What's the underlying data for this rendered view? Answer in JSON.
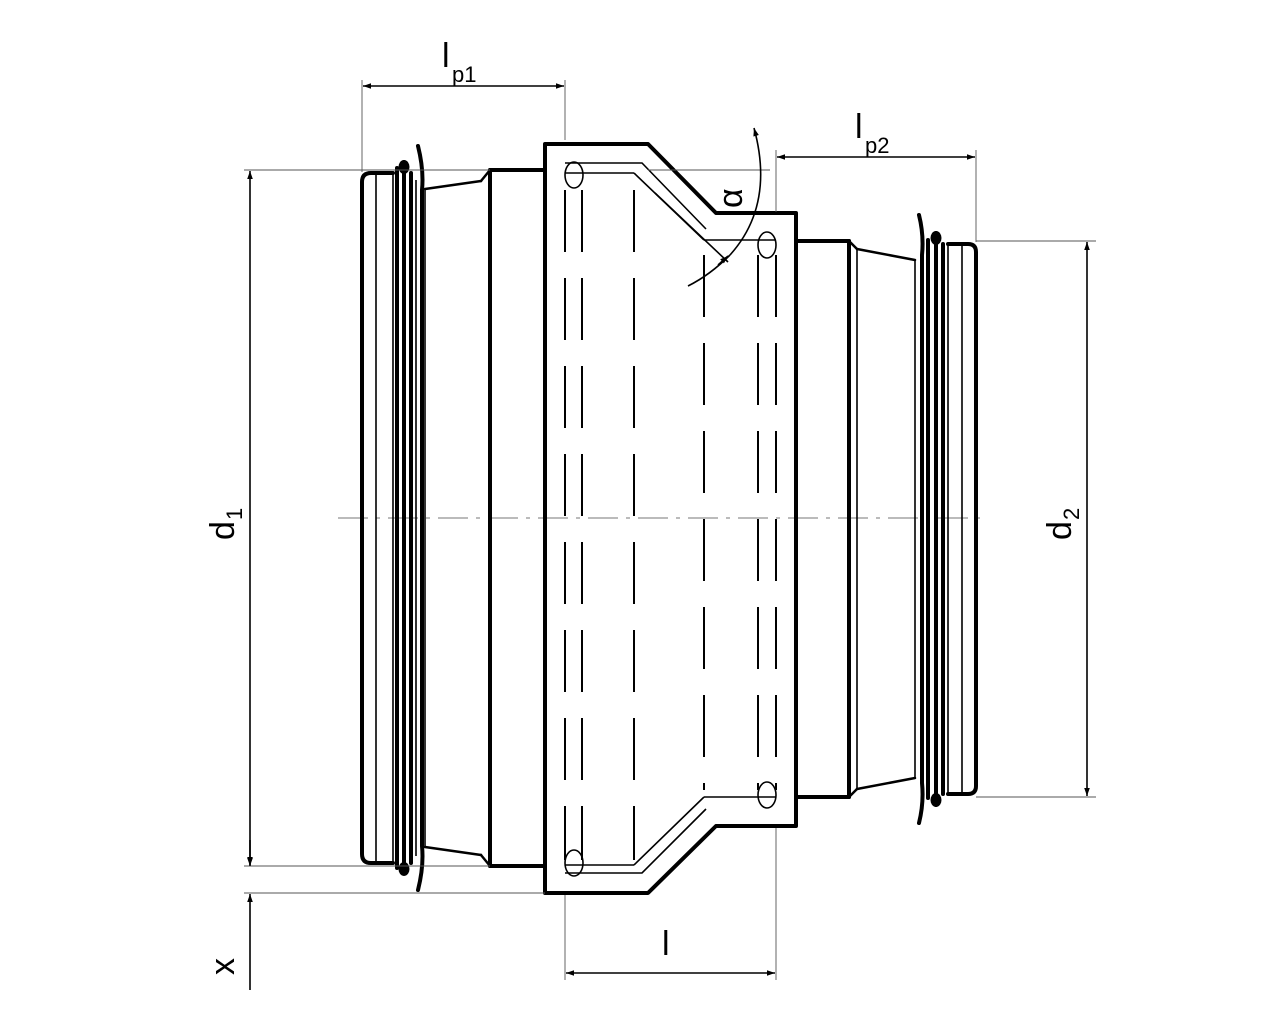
{
  "labels": {
    "lp1_main": "l",
    "lp1_sub": "p1",
    "lp2_main": "l",
    "lp2_sub": "p2",
    "alpha": "α",
    "d1_main": "d",
    "d1_sub": "1",
    "d2_main": "d",
    "d2_sub": "2",
    "l": "l",
    "x": "x"
  }
}
